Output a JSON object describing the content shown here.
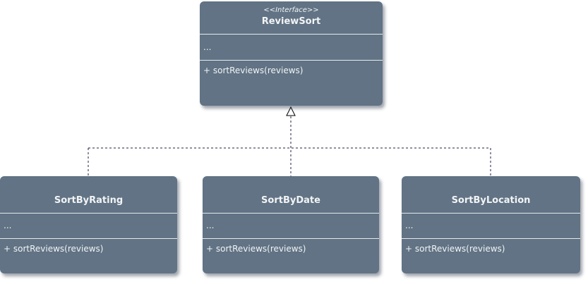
{
  "diagram": {
    "type": "UML class diagram",
    "interface": {
      "stereotype": "<<Interface>>",
      "name": "ReviewSort",
      "attributes": "...",
      "methods": [
        "+ sortReviews(reviews)"
      ]
    },
    "classes": [
      {
        "name": "SortByRating",
        "attributes": "...",
        "methods": [
          "+ sortReviews(reviews)"
        ]
      },
      {
        "name": "SortByDate",
        "attributes": "...",
        "methods": [
          "+ sortReviews(reviews)"
        ]
      },
      {
        "name": "SortByLocation",
        "attributes": "...",
        "methods": [
          "+ sortReviews(reviews)"
        ]
      }
    ],
    "relations": [
      {
        "from": "SortByRating",
        "to": "ReviewSort",
        "kind": "realization"
      },
      {
        "from": "SortByDate",
        "to": "ReviewSort",
        "kind": "realization"
      },
      {
        "from": "SortByLocation",
        "to": "ReviewSort",
        "kind": "realization"
      }
    ],
    "colors": {
      "box_fill": "#617384",
      "text": "#f2f4f6",
      "edge": "#1a1a40"
    }
  }
}
